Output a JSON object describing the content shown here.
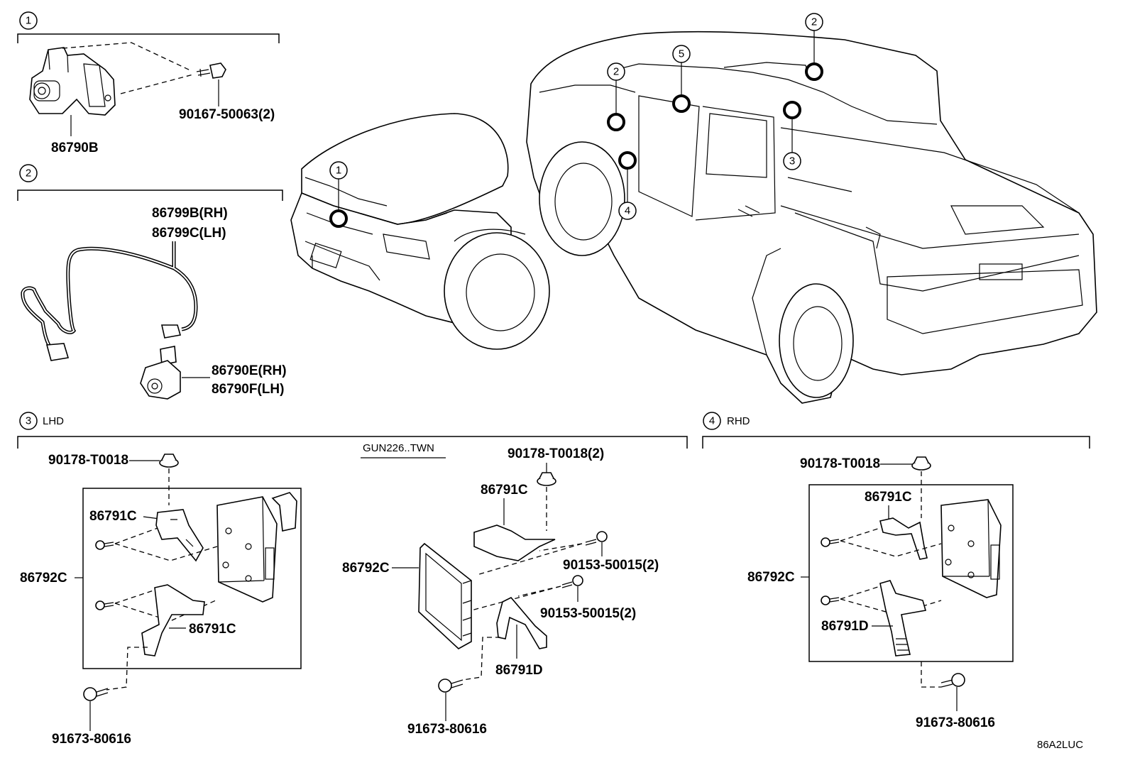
{
  "sections": {
    "s1": {
      "num": "1"
    },
    "s2": {
      "num": "2"
    },
    "s3": {
      "num": "3",
      "label": "LHD"
    },
    "s4": {
      "num": "4",
      "label": "RHD"
    }
  },
  "s1_parts": {
    "camera": "86790B",
    "bolt": "90167-50063(2)"
  },
  "s2_parts": {
    "wire_rh": "86799B(RH)",
    "wire_lh": "86799C(LH)",
    "cam_rh": "86790E(RH)",
    "cam_lh": "86790F(LH)"
  },
  "vehicle_callouts": [
    "1",
    "2",
    "2",
    "3",
    "4",
    "5"
  ],
  "lhd": {
    "nut": "90178-T0018",
    "bracket_upper": "86791C",
    "ecu": "86792C",
    "bracket_lower": "86791C",
    "bolt": "91673-80616"
  },
  "mid": {
    "model_code": "GUN226..TWN",
    "nut": "90178-T0018(2)",
    "bracket_upper": "86791C",
    "ecu": "86792C",
    "screw_upper": "90153-50015(2)",
    "screw_lower": "90153-50015(2)",
    "bracket_lower": "86791D",
    "bolt": "91673-80616"
  },
  "rhd": {
    "nut": "90178-T0018",
    "bracket_upper": "86791C",
    "ecu": "86792C",
    "bracket_lower": "86791D",
    "bolt": "91673-80616"
  },
  "diagram_id": "86A2LUC"
}
